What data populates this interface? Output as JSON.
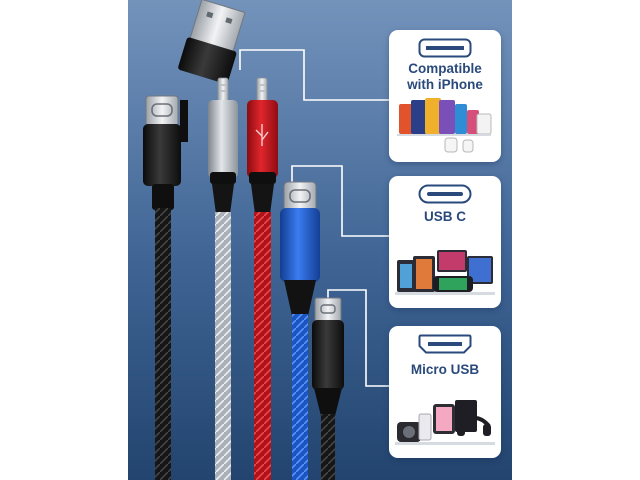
{
  "product": {
    "callouts": [
      {
        "label": "Compatible with iPhone",
        "icon": "lightning-port-icon",
        "devices": "iphone-devices"
      },
      {
        "label": "USB C",
        "icon": "usb-c-port-icon",
        "devices": "usb-c-devices"
      },
      {
        "label": "Micro USB",
        "icon": "micro-usb-port-icon",
        "devices": "micro-usb-devices"
      }
    ],
    "cable_colors": {
      "usb_a_black": "#1b1b1b",
      "lightning_silver": "#b8bec6",
      "lightning_red": "#c9141a",
      "usb_c_blue": "#1f5fd0",
      "micro_usb_black": "#1b1b1b"
    },
    "colors": {
      "background_top": "#6d8fb8",
      "background_bottom": "#23456f",
      "callout_text": "#2a4a7c"
    }
  }
}
